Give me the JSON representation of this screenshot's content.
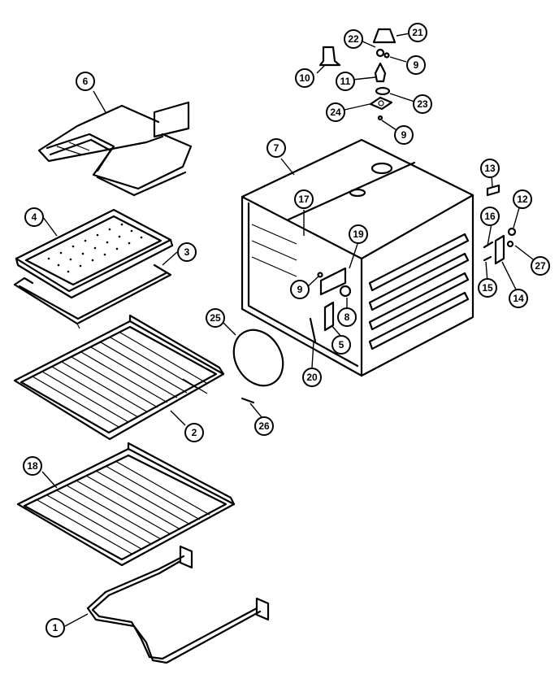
{
  "callouts": {
    "c1": "1",
    "c2": "2",
    "c3": "3",
    "c4": "4",
    "c5": "5",
    "c6": "6",
    "c7": "7",
    "c8": "8",
    "c9a": "9",
    "c9b": "9",
    "c9c": "9",
    "c10": "10",
    "c11": "11",
    "c12": "12",
    "c13": "13",
    "c14": "14",
    "c15": "15",
    "c16": "16",
    "c17": "17",
    "c18": "18",
    "c19": "19",
    "c20": "20",
    "c21": "21",
    "c22": "22",
    "c23": "23",
    "c24": "24",
    "c25": "25",
    "c26": "26",
    "c27": "27"
  }
}
